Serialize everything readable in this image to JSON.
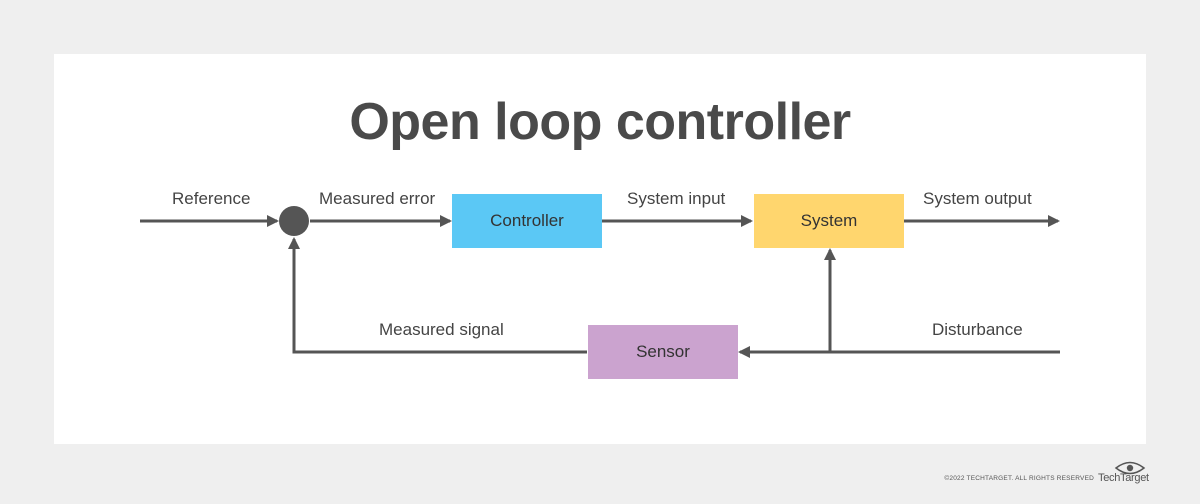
{
  "diagram": {
    "title": "Open loop controller",
    "labels": {
      "reference": "Reference",
      "measured_error": "Measured error",
      "system_input": "System input",
      "system_output": "System output",
      "measured_signal": "Measured signal",
      "disturbance": "Disturbance"
    },
    "blocks": {
      "controller": {
        "label": "Controller",
        "color": "#5bc8f5"
      },
      "system": {
        "label": "System",
        "color": "#ffd66e"
      },
      "sensor": {
        "label": "Sensor",
        "color": "#cba3cf"
      }
    },
    "wire_color": "#555555",
    "summing_junction_color": "#555555"
  },
  "footer": {
    "copyright": "©2022 TECHTARGET. ALL RIGHTS RESERVED",
    "logo_text": "TechTarget"
  }
}
